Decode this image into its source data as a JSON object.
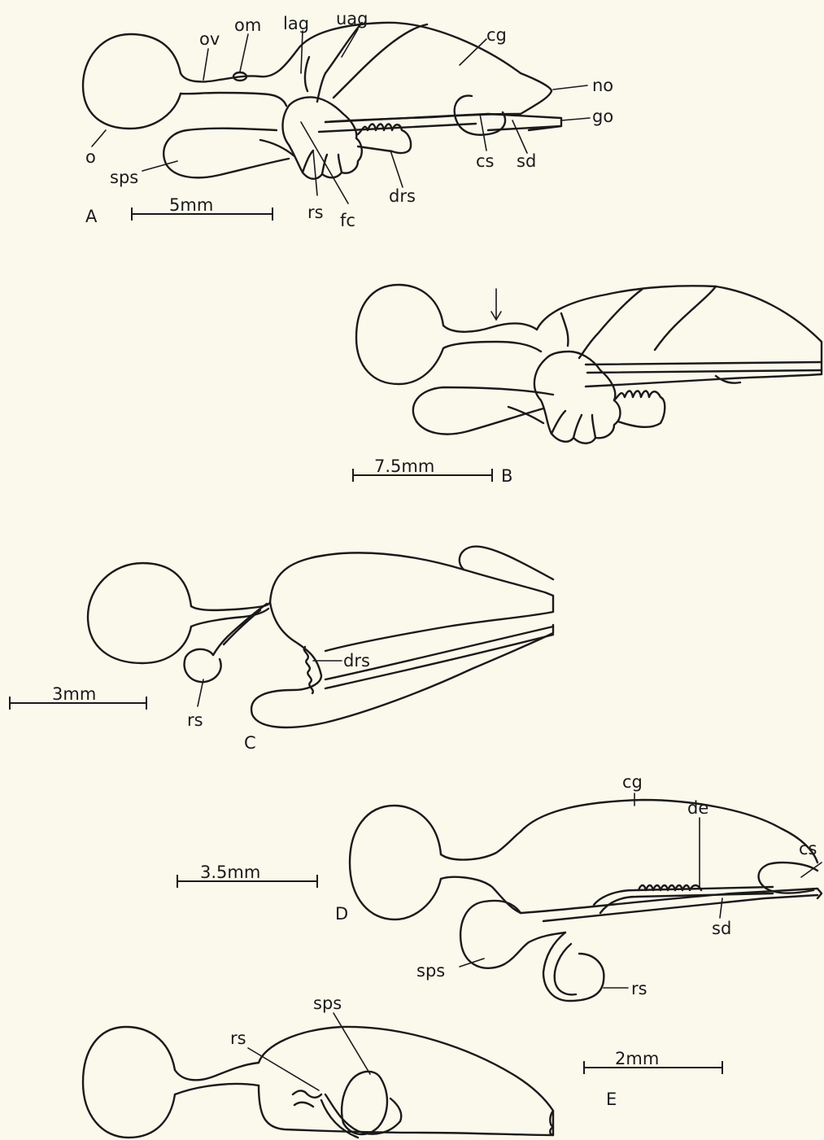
{
  "figures": {
    "A": {
      "letter": "A",
      "scale": "5mm",
      "labels": {
        "ov": "ov",
        "om": "om",
        "lag": "lag",
        "uag": "uag",
        "cg": "cg",
        "no": "no",
        "go": "go",
        "o": "o",
        "sps": "sps",
        "rs": "rs",
        "fc": "fc",
        "drs": "drs",
        "cs": "cs",
        "sd": "sd"
      }
    },
    "B": {
      "letter": "B",
      "scale": "7.5mm"
    },
    "C": {
      "letter": "C",
      "scale": "3mm",
      "labels": {
        "drs": "drs",
        "rs": "rs"
      }
    },
    "D": {
      "letter": "D",
      "scale": "3.5mm",
      "labels": {
        "cg": "cg",
        "de": "de",
        "cs": "cs",
        "sd": "sd",
        "sps": "sps",
        "rs": "rs"
      }
    },
    "E": {
      "letter": "E",
      "scale": "2mm",
      "labels": {
        "sps": "sps",
        "rs": "rs"
      }
    }
  },
  "colors": {
    "background": "#fbf8ec",
    "ink": "#1a1a1a"
  }
}
